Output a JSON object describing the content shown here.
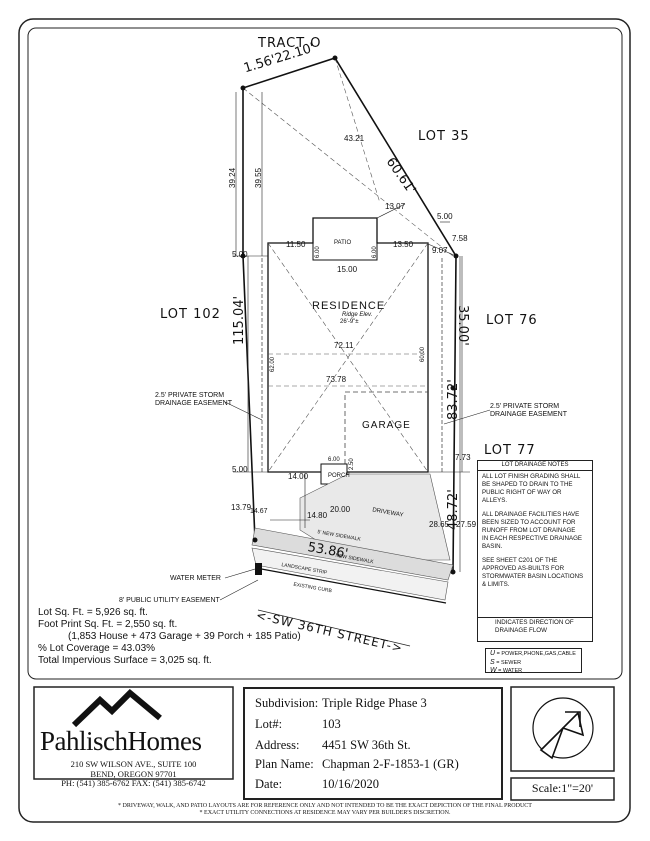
{
  "plan": {
    "tract_label": "TRACT O",
    "lot35": "LOT 35",
    "lot102": "LOT 102",
    "lot76": "LOT 76",
    "lot77": "LOT 77",
    "residence": "RESIDENCE",
    "ridge_elev": "Ridge Elev.",
    "ridge_value": "26'-9\"±",
    "garage": "GARAGE",
    "patio": "PATIO",
    "porch": "PORCH",
    "driveway": "DRIVEWAY",
    "new_sidewalk": "NEW SIDEWALK",
    "new_sidewalk_small": "5' NEW SIDEWALK",
    "landscape_strip": "LANDSCAPE STRIP",
    "existing_curb": "EXISTING CURB",
    "street": "<-SW 36TH STREET->",
    "easement_left": [
      "2.5' PRIVATE STORM",
      "DRAINAGE EASEMENT"
    ],
    "easement_right": [
      "2.5' PRIVATE STORM",
      "DRAINAGE EASEMENT"
    ],
    "water_meter": "WATER METER",
    "utility_easement": "8' PUBLIC UTILITY EASEMENT"
  },
  "dims": {
    "arc": "1.56'22.10'",
    "d6061": "60.61'",
    "d11504": "115.04'",
    "d3500": "35.00'",
    "d8372": "83.72'",
    "d4872": "48.72'",
    "d5386": "53.86'",
    "d3924": "39.24",
    "d3955": "39.55",
    "d4321": "43.21",
    "d1307": "13.07",
    "d500a": "5.00",
    "d758": "7.58",
    "d907": "9.07",
    "d500b": "5.00",
    "d1150": "11.50",
    "d1350": "13.50",
    "d1500": "15.00",
    "d600a": "6.00",
    "d600b": "6.00",
    "d7211": "72.11",
    "d6200": "62.00",
    "d6000": "60.00",
    "d7378": "73.78",
    "d500c": "5.00",
    "d1400": "14.00",
    "d600c": "6.00",
    "d250": "2.50",
    "d773": "7.73",
    "d1379": "13.79",
    "d1467": "14.67",
    "d1480": "14.80",
    "d2000": "20.00",
    "d2865": "28.65",
    "d2759": "27.59"
  },
  "stats": [
    "Lot Sq. Ft. = 5,926 sq. ft.",
    "Foot Print Sq. Ft. = 2,550 sq. ft.",
    "(1,853 House + 473 Garage + 39 Porch + 185 Patio)",
    "% Lot Coverage = 43.03%",
    "Total Impervious Surface = 3,025 sq. ft."
  ],
  "notes": {
    "title": "LOT DRAINAGE NOTES",
    "paragraphs": [
      [
        "ALL LOT FINISH GRADING SHALL",
        "BE SHAPED TO DRAIN TO THE",
        "PUBLIC RIGHT OF WAY OR",
        "ALLEYS."
      ],
      [
        "ALL DRAINAGE FACILITIES HAVE",
        "BEEN SIZED TO ACCOUNT FOR",
        "RUNOFF FROM LOT DRAINAGE",
        "IN EACH RESPECTIVE DRAINAGE",
        "BASIN."
      ],
      [
        "SEE SHEET C201 OF THE",
        "APPROVED AS-BUILTS FOR",
        "STORMWATER BASIN LOCATIONS",
        "& LIMITS."
      ]
    ],
    "arrow_text": [
      "INDICATES DIRECTION OF",
      "DRAINAGE FLOW"
    ]
  },
  "legend": [
    {
      "sym": "U",
      "text": "= POWER,PHONE,GAS,CABLE"
    },
    {
      "sym": "S",
      "text": "= SEWER"
    },
    {
      "sym": "W",
      "text": "= WATER"
    }
  ],
  "company": {
    "name": "PahlischHomes",
    "address1": "210 SW WILSON AVE., SUITE 100",
    "address2": "BEND, OREGON 97701",
    "phone": "PH: (541) 385-6762 FAX: (541) 385-6742"
  },
  "titleblock": {
    "subdivision_label": "Subdivision:",
    "subdivision": "Triple Ridge Phase 3",
    "lot_label": "Lot#:",
    "lot": "103",
    "address_label": "Address:",
    "address": "4451 SW 36th St.",
    "plan_label": "Plan Name:",
    "plan": "Chapman 2-F-1853-1 (GR)",
    "date_label": "Date:",
    "date": "10/16/2020"
  },
  "scale": "Scale:1\"=20'",
  "footer": [
    "* DRIVEWAY, WALK, AND PATIO LAYOUTS ARE FOR REFERENCE ONLY AND NOT INTENDED TO BE THE EXACT DEPICTION OF THE FINAL PRODUCT",
    "* EXACT UTILITY CONNECTIONS AT RESIDENCE MAY VARY PER BUILDER'S DISCRETION."
  ]
}
